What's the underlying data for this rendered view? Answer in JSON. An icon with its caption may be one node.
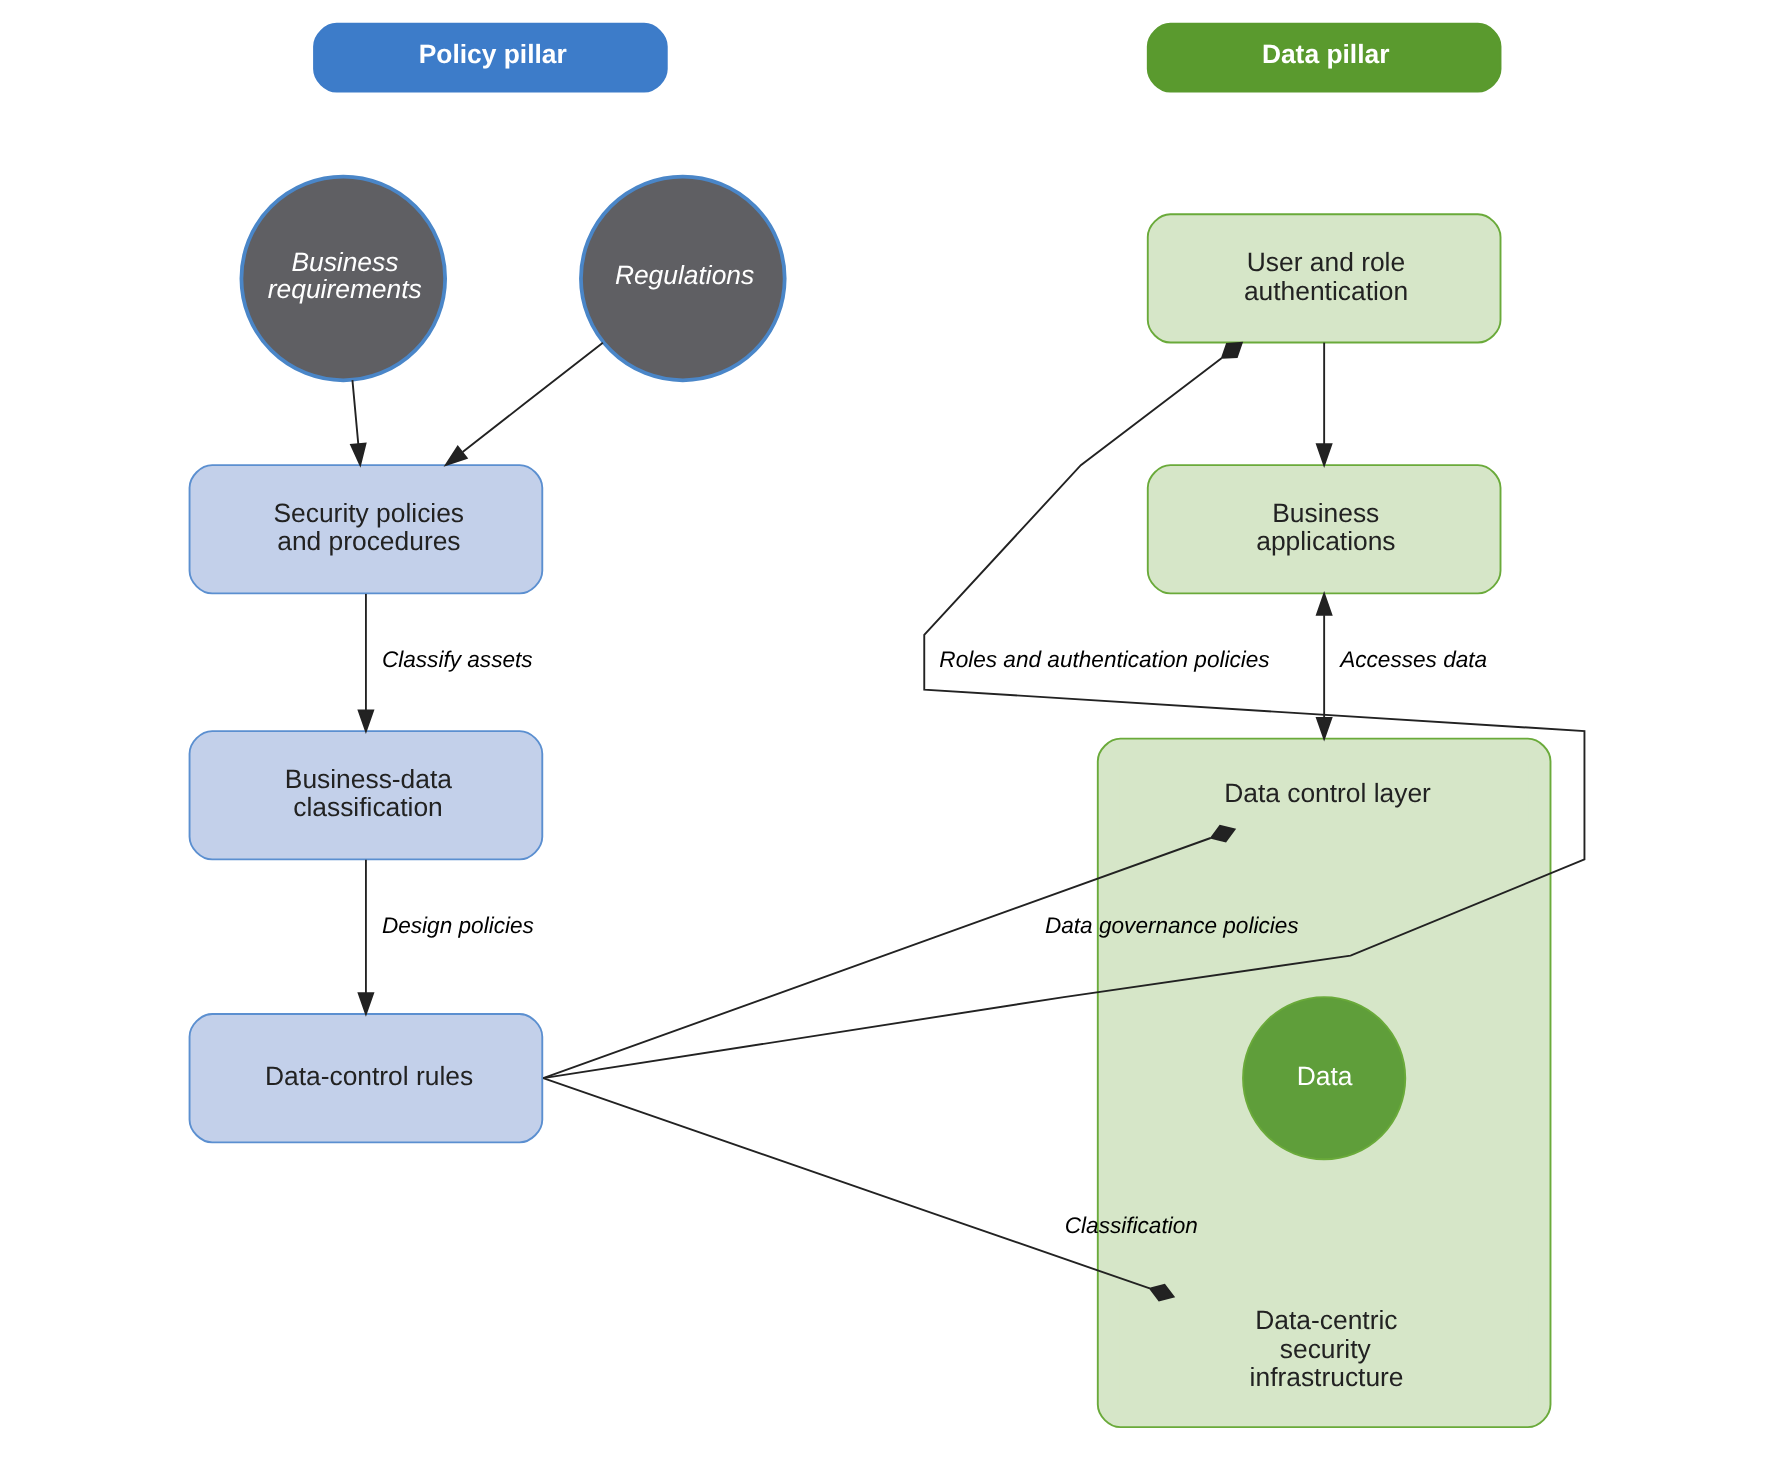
{
  "diagram": {
    "nodes": [
      {
        "text": [
          "Policy pillar"
        ]
      },
      {
        "text": [
          "Business requirements"
        ]
      },
      {
        "text": [
          "Regulations"
        ]
      },
      {
        "text": [
          "Security policies and procedures"
        ]
      },
      {
        "text": [
          "Business-data classification"
        ]
      },
      {
        "text": [
          "Data-control rules"
        ]
      },
      {
        "text": [
          "Data pillar"
        ]
      },
      {
        "text": [
          "User and role authentication"
        ]
      },
      {
        "text": [
          "Business applications"
        ]
      },
      {
        "text": [],
        "shape": "box"
      },
      {
        "text": [
          "Data control layer"
        ],
        "in": 9
      },
      {
        "text": [
          "Data"
        ],
        "in": 9
      },
      {
        "text": [
          "Data-centric security infrastructure"
        ],
        "in": 9
      }
    ],
    "edges": [
      {
        "from": 1,
        "to": 3,
        "arrow": "to"
      },
      {
        "from": 2,
        "to": 3,
        "arrow": "to"
      },
      {
        "from": 3,
        "to": 4,
        "arrow": "to",
        "label": "Classify assets"
      },
      {
        "from": 4,
        "to": 5,
        "arrow": "to",
        "label": "Design policies"
      },
      {
        "from": 7,
        "to": 8,
        "arrow": "to"
      },
      {
        "from": 8,
        "to": 9,
        "arrow": "both",
        "label": "Accesses data"
      },
      {
        "from": 5,
        "to": 7,
        "arrow": "other",
        "label": "Roles and authentication policies"
      },
      {
        "from": 5,
        "to": 10,
        "arrow": "other",
        "label": "Data governance policies"
      },
      {
        "from": 5,
        "to": 12,
        "arrow": "other",
        "label": "Classification"
      }
    ]
  }
}
